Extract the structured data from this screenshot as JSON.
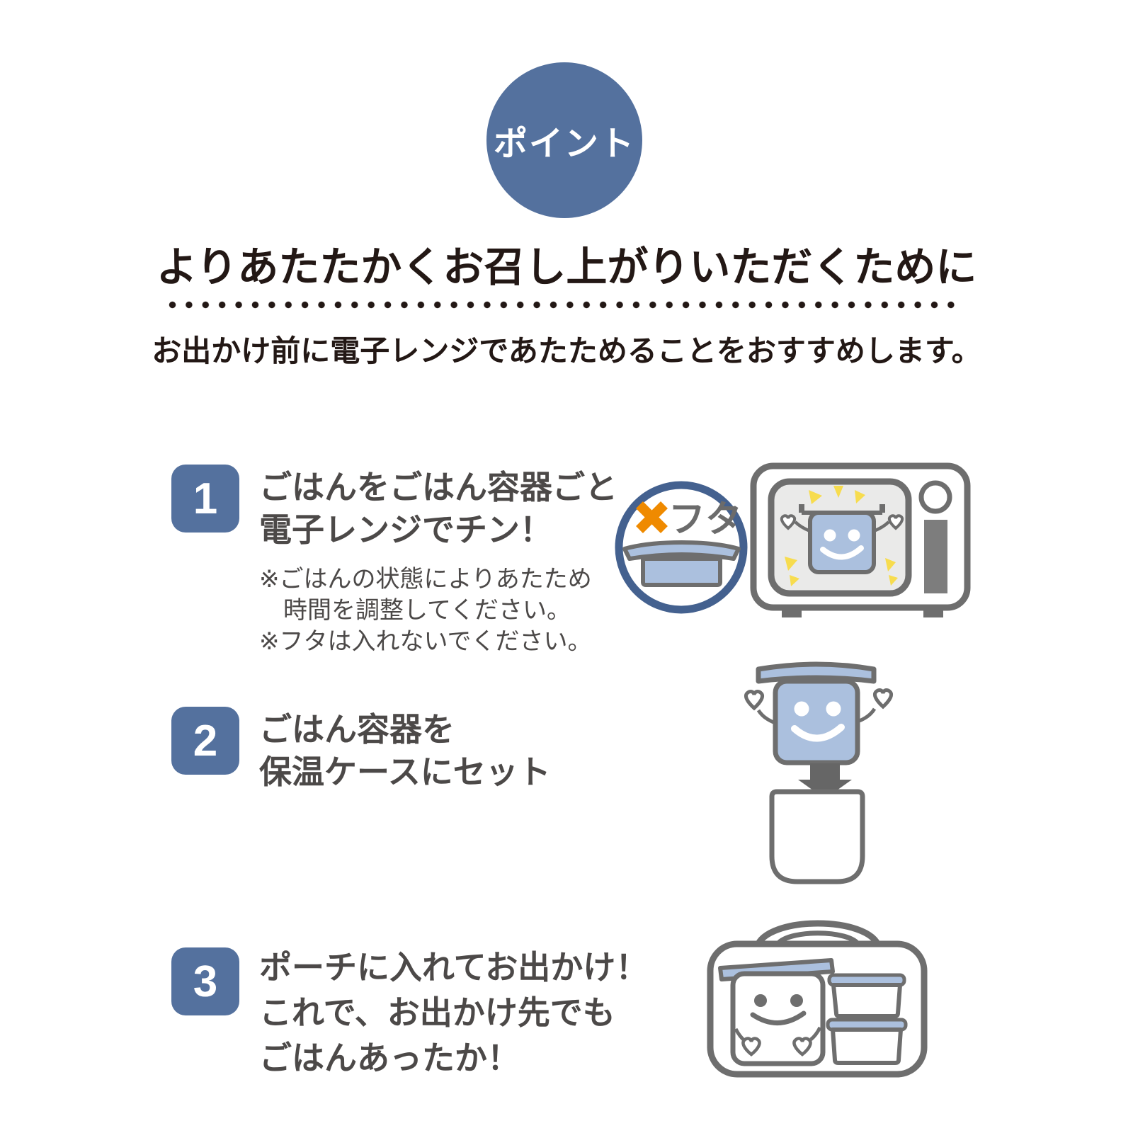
{
  "colors": {
    "accent_blue": "#54719e",
    "ring_blue": "#44618f",
    "container_blue": "#abc0de",
    "outline_gray": "#6e6e6e",
    "door_gray": "#eaeae9",
    "bar_gray": "#7d7d7d",
    "warn_orange": "#ef8a00",
    "sparkle_yellow": "#f7dc4e",
    "ink": "#231815",
    "text_dark": "#4c4948"
  },
  "point_badge": "ポイント",
  "heading": "よりあたたかくお召し上がりいただくために",
  "subheading": "お出かけ前に電子レンジであたためることをおすすめします。",
  "no_lid_label": "フタ",
  "steps": [
    {
      "number": "1",
      "title_lines": [
        "ごはんをごはん容器ごと",
        "電子レンジでチン！"
      ],
      "notes": [
        "※ごはんの状態によりあたため",
        "時間を調整してください。",
        "※フタは入れないでください。"
      ]
    },
    {
      "number": "2",
      "title_lines": [
        "ごはん容器を",
        "保温ケースにセット"
      ]
    },
    {
      "number": "3",
      "title_lines": [
        "ポーチに入れてお出かけ！",
        "これで、お出かけ先でも",
        "ごはんあったか！"
      ]
    }
  ]
}
